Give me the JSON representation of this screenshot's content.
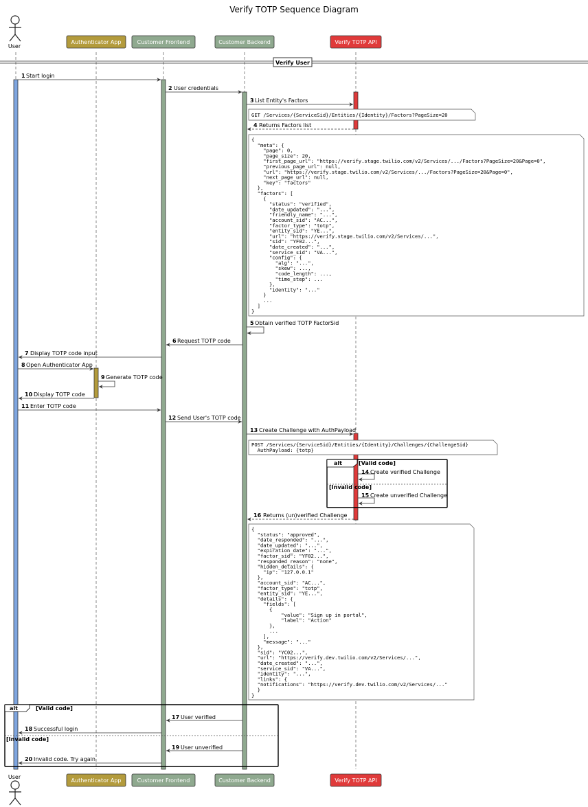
{
  "title": "Verify TOTP Sequence Diagram",
  "participants": [
    {
      "name": "User",
      "kind": "actor"
    },
    {
      "name": "Authenticator App",
      "kind": "box",
      "color": "#b39b3c"
    },
    {
      "name": "Customer Frontend",
      "kind": "box",
      "color": "#8fa98f"
    },
    {
      "name": "Customer Backend",
      "kind": "box",
      "color": "#8fa98f"
    },
    {
      "name": "Verify TOTP API",
      "kind": "box",
      "color": "#e03a3a"
    }
  ],
  "divider": "Verify User",
  "messages": [
    {
      "num": "1",
      "text": "Start login"
    },
    {
      "num": "2",
      "text": "User credentials"
    },
    {
      "num": "3",
      "text": "List Entity's Factors"
    },
    {
      "num": "4",
      "text": "Returns Factors list"
    },
    {
      "num": "5",
      "text": "Obtain verified TOTP FactorSid"
    },
    {
      "num": "6",
      "text": "Request TOTP code"
    },
    {
      "num": "7",
      "text": "Display TOTP code input"
    },
    {
      "num": "8",
      "text": "Open Authenticator App"
    },
    {
      "num": "9",
      "text": "Generate TOTP code"
    },
    {
      "num": "10",
      "text": "Display TOTP code"
    },
    {
      "num": "11",
      "text": "Enter TOTP code"
    },
    {
      "num": "12",
      "text": "Send User's TOTP code"
    },
    {
      "num": "13",
      "text": "Create Challenge with AuthPayload"
    },
    {
      "num": "14",
      "text": "Create verified Challenge"
    },
    {
      "num": "15",
      "text": "Create unverified Challenge"
    },
    {
      "num": "16",
      "text": "Returns (un)verified Challenge"
    },
    {
      "num": "17",
      "text": "User verified"
    },
    {
      "num": "18",
      "text": "Successful login"
    },
    {
      "num": "19",
      "text": "User unverified"
    },
    {
      "num": "20",
      "text": "Invalid code. Try again"
    }
  ],
  "notes": {
    "get_factors": "GET /Services/{ServiceSid}/Entities/{Identity}/Factors?PageSize=20",
    "factors_json": [
      "{",
      "  \"meta\": {",
      "    \"page\": 0,",
      "    \"page_size\": 20,",
      "    \"first_page_url\": \"https://verify.stage.twilio.com/v2/Services/.../Factors?PageSize=20&Page=0\",",
      "    \"previous_page_url\": null,",
      "    \"url\": \"https://verify.stage.twilio.com/v2/Services/.../Factors?PageSize=20&Page=0\",",
      "    \"next_page_url\": null,",
      "    \"key\": \"factors\"",
      "  },",
      "  \"factors\": [",
      "    {",
      "      \"status\": \"verified\",",
      "      \"date_updated\": \"...\",",
      "      \"friendly_name\": \"...\",",
      "      \"account_sid\": \"AC...\",",
      "      \"factor_type\": \"totp\",",
      "      \"entity_sid\": \"YE...\",",
      "      \"url\": \"https://verify.stage.twilio.com/v2/Services/...\",",
      "      \"sid\": \"YF02...\",",
      "      \"date_created\": \"...\",",
      "      \"service_sid\": \"VA...\",",
      "      \"config\": {",
      "        \"alg\": \"...\",",
      "        \"skew\": ...,",
      "        \"code_length\": ...,",
      "        \"time_step\": ...",
      "      },",
      "      \"identity\": \"...\"",
      "    }",
      "    ...",
      "  ]",
      "}"
    ],
    "post_challenge": [
      "POST /Services/{ServiceSid}/Entities/{Identity}/Challenges/{ChallengeSid}",
      "  AuthPayload: {totp}"
    ],
    "challenge_json": [
      "{",
      "  \"status\": \"approved\",",
      "  \"date_responded\": \"...\",",
      "  \"date_updated\": \"...\",",
      "  \"expiration_date\": \"...\",",
      "  \"factor_sid\": \"YF02...\",",
      "  \"responded_reason\": \"none\",",
      "  \"hidden_details\": {",
      "    \"ip\": \"127.0.0.1\"",
      "  },",
      "  \"account_sid\": \"AC...\",",
      "  \"factor_type\": \"totp\",",
      "  \"entity_sid\": \"YE...\",",
      "  \"details\": {",
      "    \"fields\": [",
      "      {",
      "          \"value\": \"Sign up in portal\",",
      "          \"label\": \"Action\"",
      "      },",
      "      ...",
      "    ],",
      "    \"message\": \"...\"",
      "  },",
      "  \"sid\": \"YC02...\",",
      "  \"url\": \"https://verify.dev.twilio.com/v2/Services/...\",",
      "  \"date_created\": \"...\",",
      "  \"service_sid\": \"VA...\",",
      "  \"identity\": \"...\",",
      "  \"links\": {",
      "  \"notifications\": \"https://verify.dev.twilio.com/v2/Services/...\"",
      "  }",
      "}"
    ]
  },
  "alt_inner": {
    "label": "alt",
    "guard1": "[Valid code]",
    "guard2": "[Invalid code]"
  },
  "alt_outer": {
    "label": "alt",
    "guard1": "[Valid code]",
    "guard2": "[Invalid code]"
  }
}
